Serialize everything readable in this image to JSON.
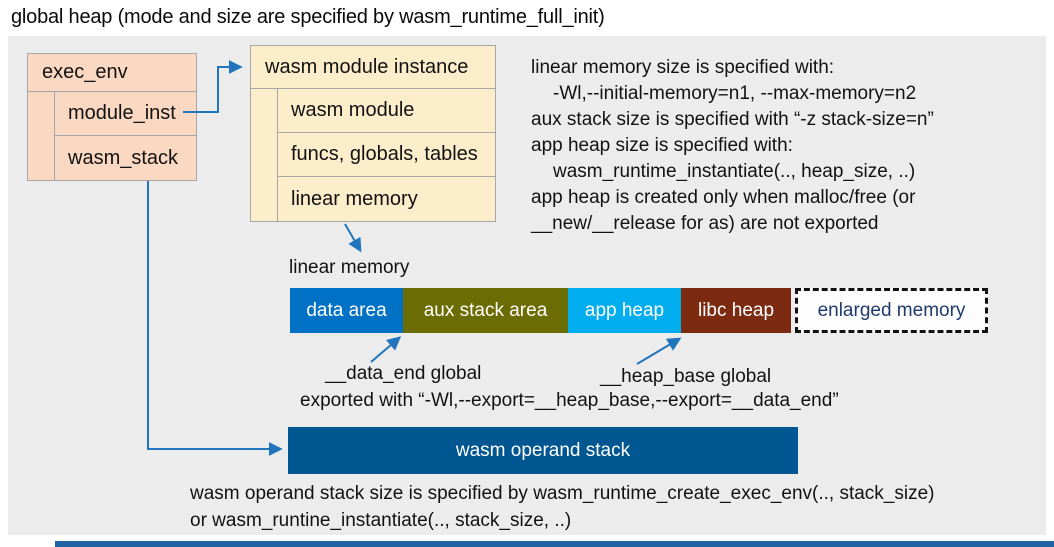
{
  "title": "global heap (mode and size are specified by wasm_runtime_full_init)",
  "exec_env": {
    "header": "exec_env",
    "rows": [
      "module_inst",
      "wasm_stack"
    ]
  },
  "module_instance": {
    "header": "wasm module instance",
    "rows": [
      "wasm module",
      "funcs, globals, tables",
      "linear memory"
    ]
  },
  "notes": {
    "lines": [
      "linear memory size is specified with:",
      "-Wl,--initial-memory=n1, --max-memory=n2",
      "aux stack size is specified with “-z stack-size=n”",
      "app heap size is specified with:",
      "wasm_runtime_instantiate(.., heap_size, ..)",
      "app heap is created only when malloc/free (or",
      "__new/__release for as) are not exported"
    ]
  },
  "linear_memory": {
    "label": "linear memory",
    "segments": [
      {
        "label": "data area",
        "color": "#0071C5"
      },
      {
        "label": "aux stack area",
        "color": "#6B6C01"
      },
      {
        "label": "app heap",
        "color": "#00AEEF"
      },
      {
        "label": "libc heap",
        "color": "#7C2B10"
      },
      {
        "label": "enlarged memory",
        "color": "#FDFDFD"
      }
    ]
  },
  "globals_annotations": {
    "data_end": "__data_end global",
    "heap_base": "__heap_base global",
    "exported": "exported with “-Wl,--export=__heap_base,--export=__data_end”"
  },
  "operand_stack": {
    "label": "wasm operand stack"
  },
  "bottom_note": {
    "lines": [
      "wasm operand stack size is specified by wasm_runtime_create_exec_env(.., stack_size)",
      "or wasm_runtine_instantiate(.., stack_size, ..)"
    ]
  },
  "colors": {
    "panel_bg": "#ECECEC",
    "struct_fill": "#FBD8C2",
    "instance_fill": "#FCEECB",
    "box_border": "#A6A6A6",
    "arrow_blue": "#2175BC",
    "data_area": "#0071C5",
    "aux_stack": "#6B6C01",
    "app_heap": "#00AEEF",
    "libc_heap": "#7C2B10",
    "operand_stack": "#005691",
    "enlarged_memory_text": "#1F3A6E",
    "bottom_strip": "#1E63A4"
  }
}
